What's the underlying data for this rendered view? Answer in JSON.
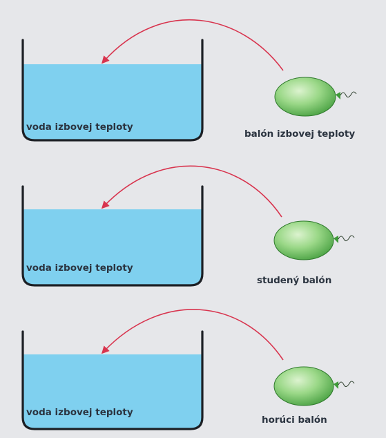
{
  "panels": [
    {
      "water_label": "voda izbovej teploty",
      "balloon_label": "balón izbovej teploty"
    },
    {
      "water_label": "voda izbovej teploty",
      "balloon_label": "studený balón"
    },
    {
      "water_label": "voda izbovej teploty",
      "balloon_label": "horúci balón"
    }
  ],
  "colors": {
    "background": "#e6e7ea",
    "water": "#7fd0ef",
    "container": "#1c1f24",
    "arrow": "#d8344e",
    "balloon": "#8fd17c",
    "label": "#2b3440"
  },
  "icons": [
    "container-icon",
    "balloon-icon",
    "curved-arrow-icon"
  ]
}
